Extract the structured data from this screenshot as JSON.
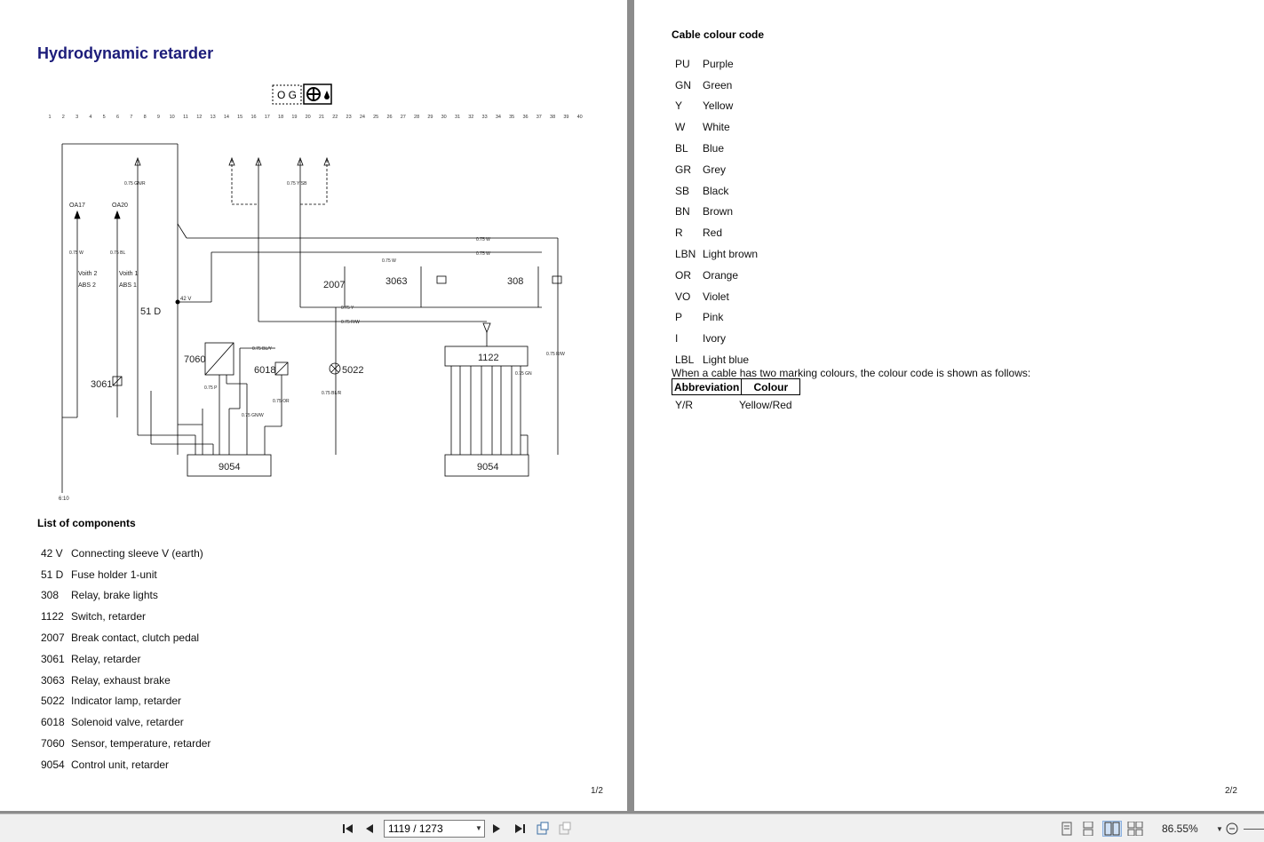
{
  "page1": {
    "title": "Hydrodynamic retarder",
    "diagram": {
      "badge_text": "O G",
      "ruler": [
        "1",
        "2",
        "3",
        "4",
        "5",
        "6",
        "7",
        "8",
        "9",
        "10",
        "11",
        "12",
        "13",
        "14",
        "15",
        "16",
        "17",
        "18",
        "19",
        "20",
        "21",
        "22",
        "23",
        "24",
        "25",
        "26",
        "27",
        "28",
        "29",
        "30",
        "31",
        "32",
        "33",
        "34",
        "35",
        "36",
        "37",
        "38",
        "39",
        "40"
      ],
      "labels": {
        "oa17": "OA17",
        "oa20": "OA20",
        "voith2": "Voith 2",
        "abs2": "ABS 2",
        "voith1": "Voith 1",
        "abs1": "ABS 1",
        "c51d": "51 D",
        "c2007": "2007",
        "c3063": "3063",
        "c308": "308",
        "c1122": "1122",
        "c3061": "3061",
        "c7060": "7060",
        "c6018": "6018",
        "c5022": "5022",
        "c9054a": "9054",
        "c9054b": "9054",
        "c42v": "42 V",
        "ref610": "6:10",
        "wire_075w": "0.75 W",
        "wire_075bl": "0.75 BL",
        "wire_075y": "0.75 Y",
        "wire_075rw": "0.75 R/W",
        "wire_075p": "0.75 P",
        "wire_075or": "0.75 OR",
        "wire_075gnw": "0.75 GN/W",
        "wire_075blr": "0.75 BL/R",
        "wire_075bly": "0.75 BL/Y",
        "wire_075gnr": "0.75 GN/R",
        "wire_075ysb": "0.75 Y/SB",
        "wire_075gn": "0.75 GN"
      }
    },
    "components_title": "List of components",
    "components": [
      {
        "code": "42 V",
        "desc": "Connecting sleeve V (earth)"
      },
      {
        "code": "51 D",
        "desc": "Fuse holder 1-unit"
      },
      {
        "code": "308",
        "desc": "Relay, brake lights"
      },
      {
        "code": "1122",
        "desc": "Switch, retarder"
      },
      {
        "code": "2007",
        "desc": "Break contact, clutch pedal"
      },
      {
        "code": "3061",
        "desc": "Relay, retarder"
      },
      {
        "code": "3063",
        "desc": "Relay, exhaust brake"
      },
      {
        "code": "5022",
        "desc": "Indicator lamp, retarder"
      },
      {
        "code": "6018",
        "desc": "Solenoid valve, retarder"
      },
      {
        "code": "7060",
        "desc": "Sensor, temperature, retarder"
      },
      {
        "code": "9054",
        "desc": "Control unit, retarder"
      }
    ],
    "page_number": "1/2"
  },
  "page2": {
    "title": "Cable colour code",
    "colours": [
      {
        "code": "PU",
        "name": "Purple"
      },
      {
        "code": "GN",
        "name": "Green"
      },
      {
        "code": "Y",
        "name": "Yellow"
      },
      {
        "code": "W",
        "name": "White"
      },
      {
        "code": "BL",
        "name": "Blue"
      },
      {
        "code": "GR",
        "name": "Grey"
      },
      {
        "code": "SB",
        "name": "Black"
      },
      {
        "code": "BN",
        "name": "Brown"
      },
      {
        "code": "R",
        "name": "Red"
      },
      {
        "code": "LBN",
        "name": "Light brown"
      },
      {
        "code": "OR",
        "name": "Orange"
      },
      {
        "code": "VO",
        "name": "Violet"
      },
      {
        "code": "P",
        "name": "Pink"
      },
      {
        "code": "I",
        "name": "Ivory"
      },
      {
        "code": "LBL",
        "name": "Light blue"
      }
    ],
    "note": "When a cable has two marking colours, the colour code is shown as follows:",
    "table_headers": [
      "Abbreviation",
      "Colour"
    ],
    "example": {
      "abbr": "Y/R",
      "colour": "Yellow/Red"
    },
    "page_number": "2/2"
  },
  "toolbar": {
    "page_field": "1119 / 1273",
    "zoom": "86.55%",
    "icons": {
      "first": "first-page-icon",
      "prev": "previous-page-icon",
      "next": "next-page-icon",
      "last": "last-page-icon",
      "save": "save-pages-icon",
      "copy": "copy-pages-icon",
      "single": "single-page-view-icon",
      "continuous": "continuous-view-icon",
      "facing": "facing-pages-view-icon",
      "facing_cont": "continuous-facing-view-icon",
      "zoom_out": "zoom-out-icon"
    }
  }
}
